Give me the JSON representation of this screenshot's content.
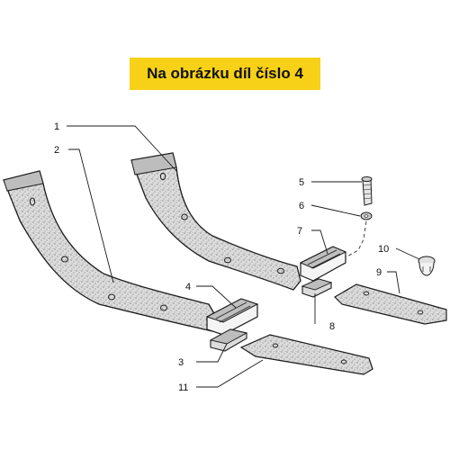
{
  "banner": {
    "text": "Na obrázku díl číslo 4",
    "color": "#f7d117"
  },
  "callouts": [
    "1",
    "2",
    "3",
    "4",
    "5",
    "6",
    "7",
    "8",
    "9",
    "10",
    "11"
  ],
  "icons": {
    "stipple_fill": "speckle-pattern",
    "outline_color": "#1a1a1a"
  }
}
